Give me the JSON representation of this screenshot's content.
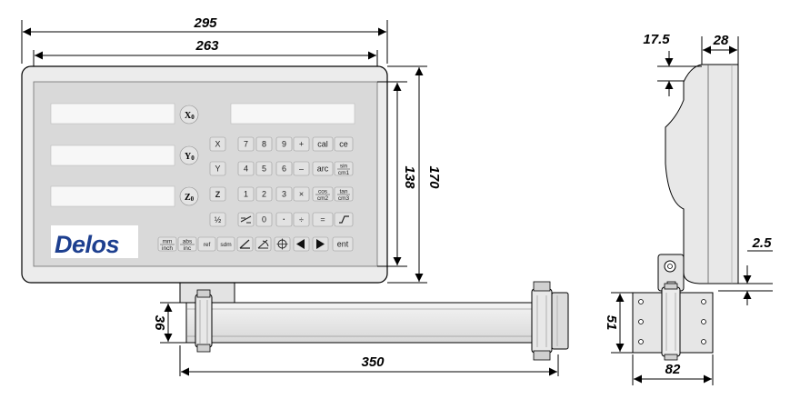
{
  "dimensions": {
    "overall_width": "295",
    "panel_width": "263",
    "panel_height": "138",
    "overall_height": "170",
    "side_offset": "17.5",
    "depth": "28",
    "bottom_gap": "2.5",
    "arm_height": "36",
    "arm_length": "350",
    "bracket_height": "51",
    "bracket_width": "82"
  },
  "panel": {
    "logo": "Delos",
    "axes": {
      "x": {
        "main": "X",
        "sub": "0"
      },
      "y": {
        "main": "Y",
        "sub": "0"
      },
      "z": {
        "main": "Z",
        "sub": "0"
      }
    },
    "keys": {
      "row1": [
        "X",
        "7",
        "8",
        "9",
        "+",
        "cal",
        "ce"
      ],
      "row2_left": [
        "Y",
        "4",
        "5",
        "6",
        "–",
        "arc"
      ],
      "row2_frac": {
        "top": "sin",
        "bottom": "cm1"
      },
      "row3_left": [
        "Z",
        "1",
        "2",
        "3",
        "×"
      ],
      "row3_frac1": {
        "top": "cos",
        "bottom": "cm2"
      },
      "row3_frac2": {
        "top": "tan",
        "bottom": "cm3"
      },
      "row4": {
        "half": "½",
        "zero": "0",
        "dot": "·",
        "divide": "÷",
        "equals": "="
      },
      "row5": {
        "mm_inch": {
          "top": "mm",
          "bottom": "inch"
        },
        "abs_inc": {
          "top": "abs",
          "bottom": "inc"
        },
        "ref": "ref",
        "sdm": "sdm",
        "ent": "ent"
      }
    }
  }
}
